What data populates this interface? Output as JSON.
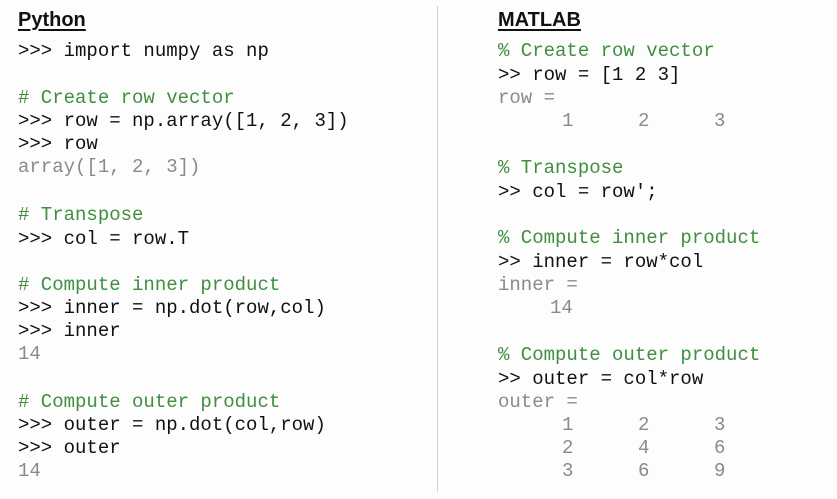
{
  "python": {
    "title": "Python",
    "lines": [
      ">>> import numpy as np",
      "# Create row vector",
      ">>> row = np.array([1, 2, 3])",
      ">>> row",
      "array([1, 2, 3])",
      "# Transpose",
      ">>> col = row.T",
      "# Compute inner product",
      ">>> inner = np.dot(row,col)",
      ">>> inner",
      "14",
      "# Compute outer product",
      ">>> outer = np.dot(col,row)",
      ">>> outer",
      "14"
    ]
  },
  "matlab": {
    "title": "MATLAB",
    "lines": [
      "% Create row vector",
      ">> row = [1 2 3]",
      "row =",
      "% Transpose",
      ">> col = row';",
      "% Compute inner product",
      ">> inner = row*col",
      "inner =",
      "14",
      "% Compute outer product",
      ">> outer = col*row",
      "outer ="
    ],
    "row_result": [
      "1",
      "2",
      "3"
    ],
    "outer_result": [
      [
        "1",
        "2",
        "3"
      ],
      [
        "2",
        "4",
        "6"
      ],
      [
        "3",
        "6",
        "9"
      ]
    ]
  }
}
